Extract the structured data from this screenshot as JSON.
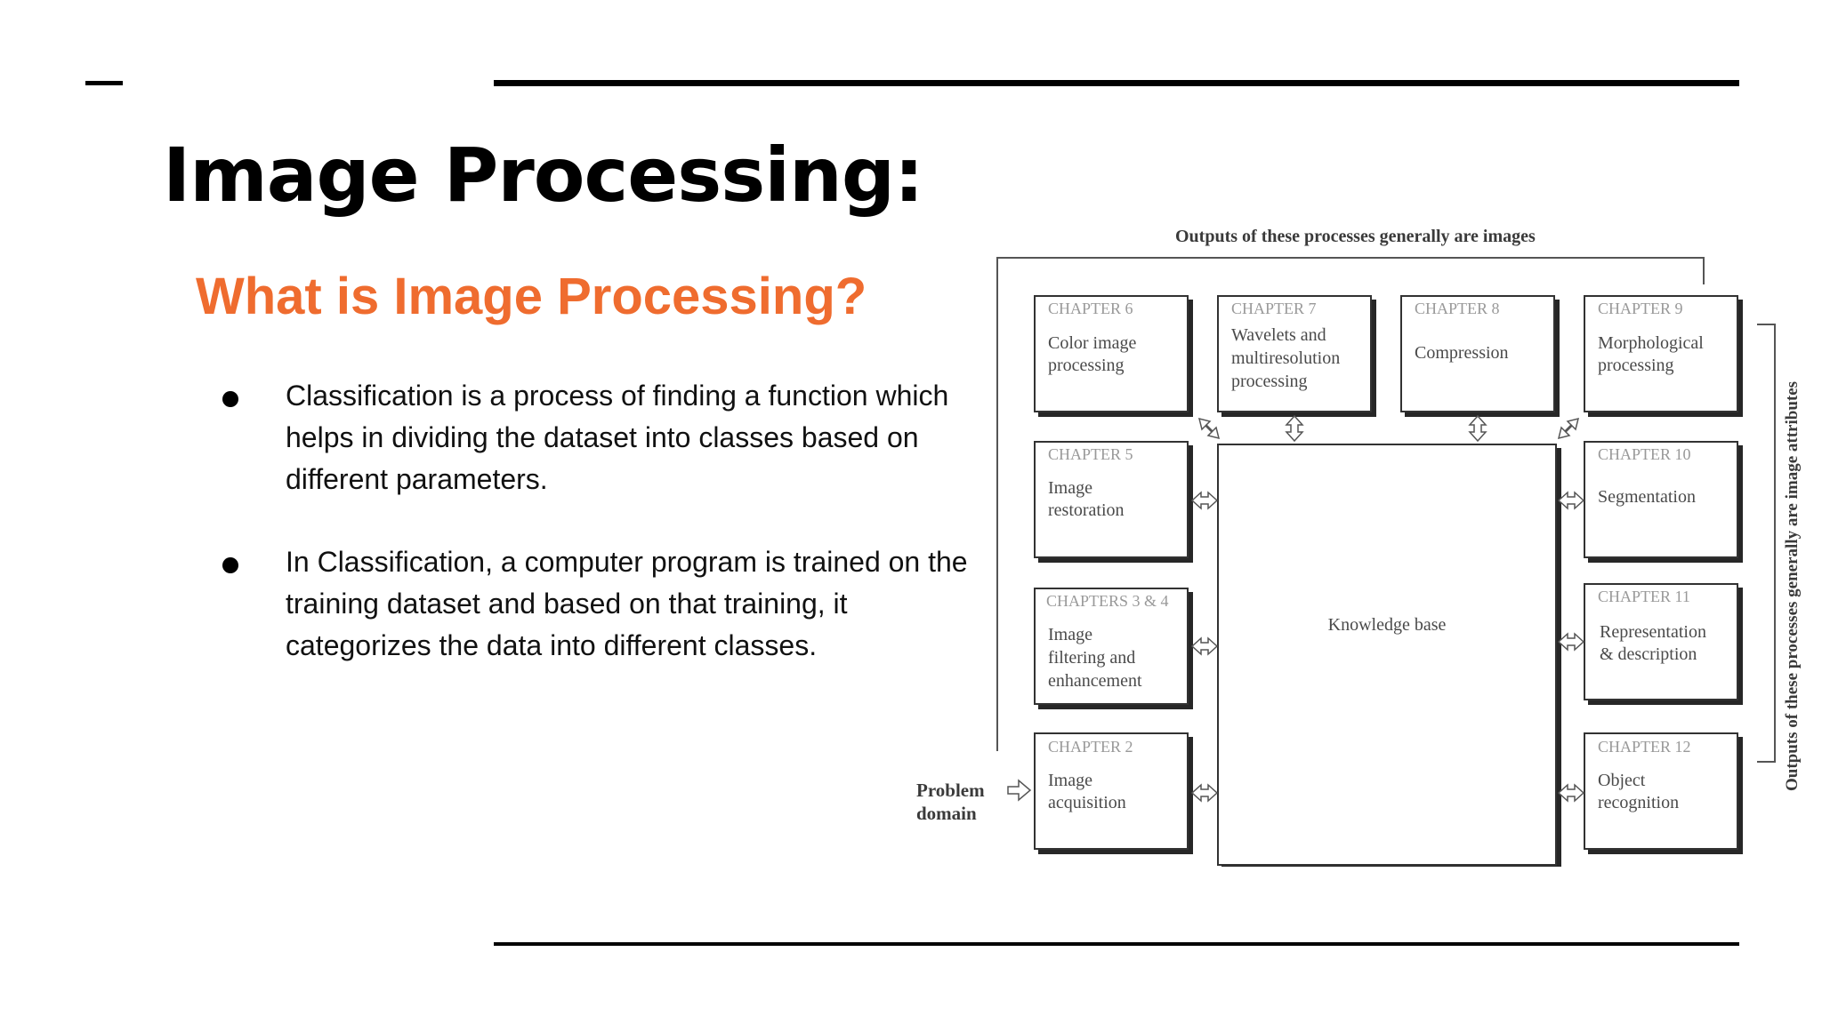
{
  "slide": {
    "title": "Image Processing:",
    "subtitle": "What is Image Processing?",
    "bullets": [
      "Classification is a process of finding a function which helps in dividing the dataset into classes based on different parameters.",
      "In Classification, a computer program is trained on the training dataset and based on that training, it categorizes the data into different classes."
    ]
  },
  "diagram": {
    "top_label": "Outputs of these processes generally are images",
    "right_label": "Outputs of these processes generally are image attributes",
    "problem_domain": [
      "Problem",
      "domain"
    ],
    "knowledge_base": "Knowledge base",
    "boxes": [
      {
        "chapter": "CHAPTER 6",
        "lines": [
          "Color image",
          "processing"
        ]
      },
      {
        "chapter": "CHAPTER 7",
        "lines": [
          "Wavelets and",
          "multiresolution",
          "processing"
        ]
      },
      {
        "chapter": "CHAPTER 8",
        "lines": [
          "Compression"
        ]
      },
      {
        "chapter": "CHAPTER 9",
        "lines": [
          "Morphological",
          "processing"
        ]
      },
      {
        "chapter": "CHAPTER 5",
        "lines": [
          "Image",
          "restoration"
        ]
      },
      {
        "chapter": "CHAPTER 10",
        "lines": [
          "Segmentation"
        ]
      },
      {
        "chapter": "CHAPTERS 3 & 4",
        "lines": [
          "Image",
          "filtering and",
          "enhancement"
        ]
      },
      {
        "chapter": "CHAPTER 11",
        "lines": [
          "Representation",
          "& description"
        ]
      },
      {
        "chapter": "CHAPTER 2",
        "lines": [
          "Image",
          "acquisition"
        ]
      },
      {
        "chapter": "CHAPTER 12",
        "lines": [
          "Object",
          "recognition"
        ]
      }
    ]
  },
  "colors": {
    "accent": "#ef6c2f",
    "text": "#111111"
  }
}
